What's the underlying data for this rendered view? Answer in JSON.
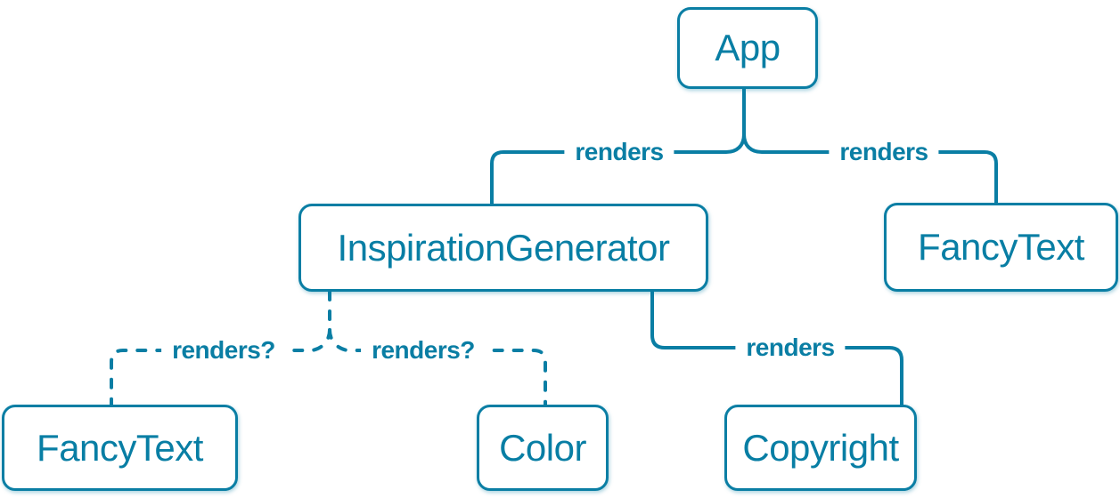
{
  "diagram": {
    "accent_color": "#0a7ea4",
    "text_color": "#087ea4",
    "node_background": "#ffffff",
    "nodes": [
      {
        "id": "app",
        "label": "App"
      },
      {
        "id": "inspiration-generator",
        "label": "InspirationGenerator"
      },
      {
        "id": "fancy-text-top",
        "label": "FancyText"
      },
      {
        "id": "fancy-text-bottom",
        "label": "FancyText"
      },
      {
        "id": "color",
        "label": "Color"
      },
      {
        "id": "copyright",
        "label": "Copyright"
      }
    ],
    "edges": [
      {
        "from": "App",
        "to": "InspirationGenerator",
        "label": "renders",
        "style": "solid"
      },
      {
        "from": "App",
        "to": "FancyText",
        "label": "renders",
        "style": "solid"
      },
      {
        "from": "InspirationGenerator",
        "to": "FancyText",
        "label": "renders?",
        "style": "dashed"
      },
      {
        "from": "InspirationGenerator",
        "to": "Color",
        "label": "renders?",
        "style": "dashed"
      },
      {
        "from": "InspirationGenerator",
        "to": "Copyright",
        "label": "renders",
        "style": "solid"
      }
    ]
  }
}
